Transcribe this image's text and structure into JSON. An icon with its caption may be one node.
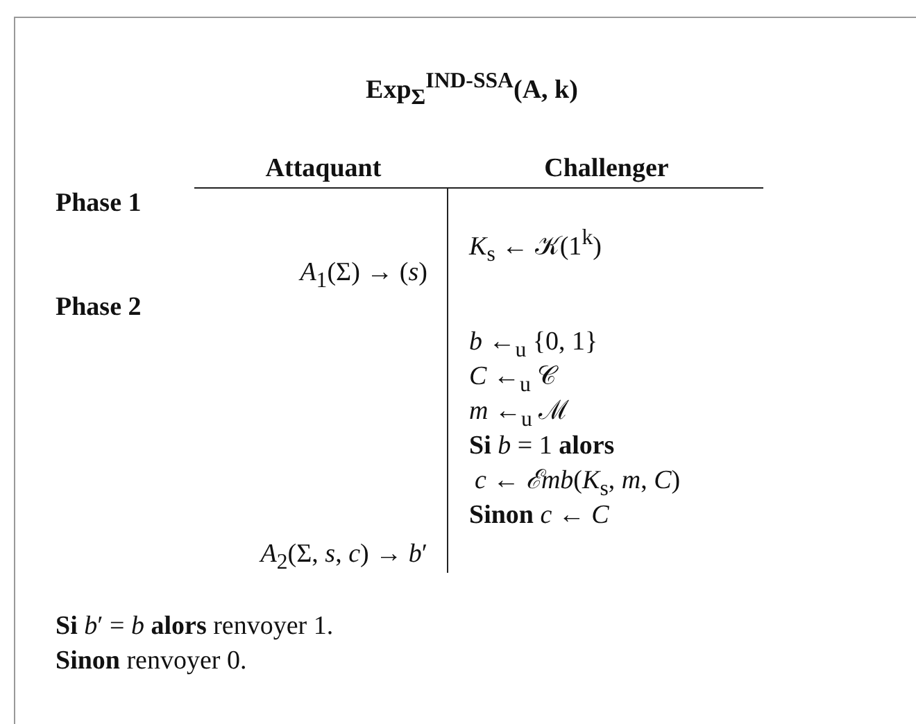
{
  "diagram": {
    "title": "Exp$_{Σ}$$^{IND-SSA}$(A, k)",
    "labels": [
      "Attaquant",
      "Challenger",
      "Phase 1",
      "*K*$_{s}$ ← 𝒦(1$^{k}$)",
      "*A*$_{1}$(Σ) → (*s*)",
      "Phase 2",
      "*b* ←$_{u}$ {0, 1}",
      "*C* ←$_{u}$ 𝒞",
      "*m* ←$_{u}$ ℳ",
      "**Si** *b* = 1 **alors**",
      "*c* ← *ℰmb*(*K*$_{s}$, *m*, *C*)",
      "**Sinon** *c* ← *C*",
      "*A*$_{2}$(Σ, *s*, *c*) → *b*′",
      "**Si** *b*′ = *b* **alors** renvoyer 1.",
      "**Sinon** renvoyer 0."
    ]
  }
}
